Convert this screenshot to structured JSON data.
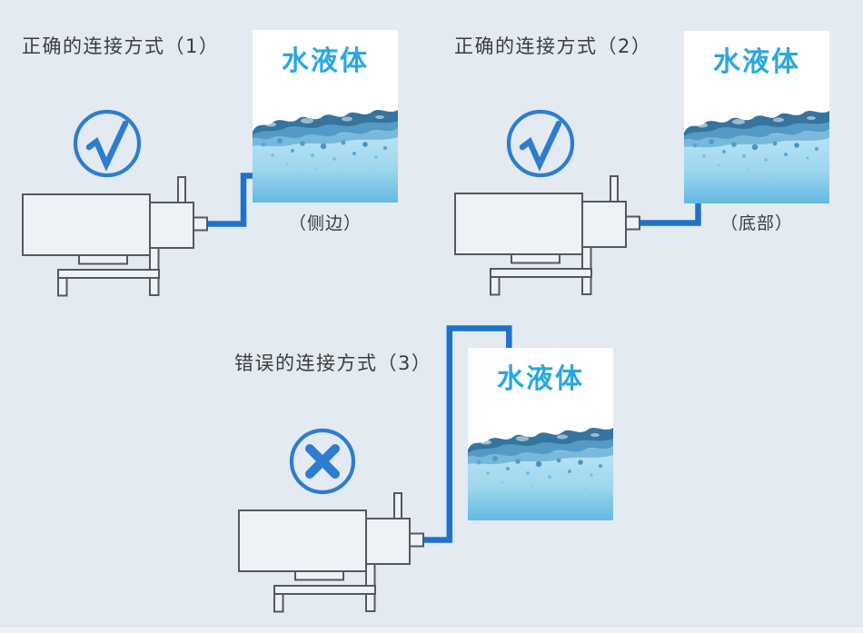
{
  "diagram": {
    "sections": [
      {
        "title": "正确的连接方式（1）",
        "result": "correct",
        "icon": "check-circle",
        "tank_label": "水液体",
        "connection_caption": "（侧边）"
      },
      {
        "title": "正确的连接方式（2）",
        "result": "correct",
        "icon": "check-circle",
        "tank_label": "水液体",
        "connection_caption": "（底部）"
      },
      {
        "title": "错误的连接方式（3）",
        "result": "wrong",
        "icon": "cross-circle",
        "tank_label": "水液体",
        "connection_caption": ""
      }
    ],
    "colors": {
      "background": "#e3eaf1",
      "accent_blue": "#2e7cd0",
      "pipe_blue": "#1e72cc",
      "tank_label_blue": "#2aa7e2",
      "outline_gray": "#57585c",
      "text_dark": "#3c3c3c"
    }
  }
}
